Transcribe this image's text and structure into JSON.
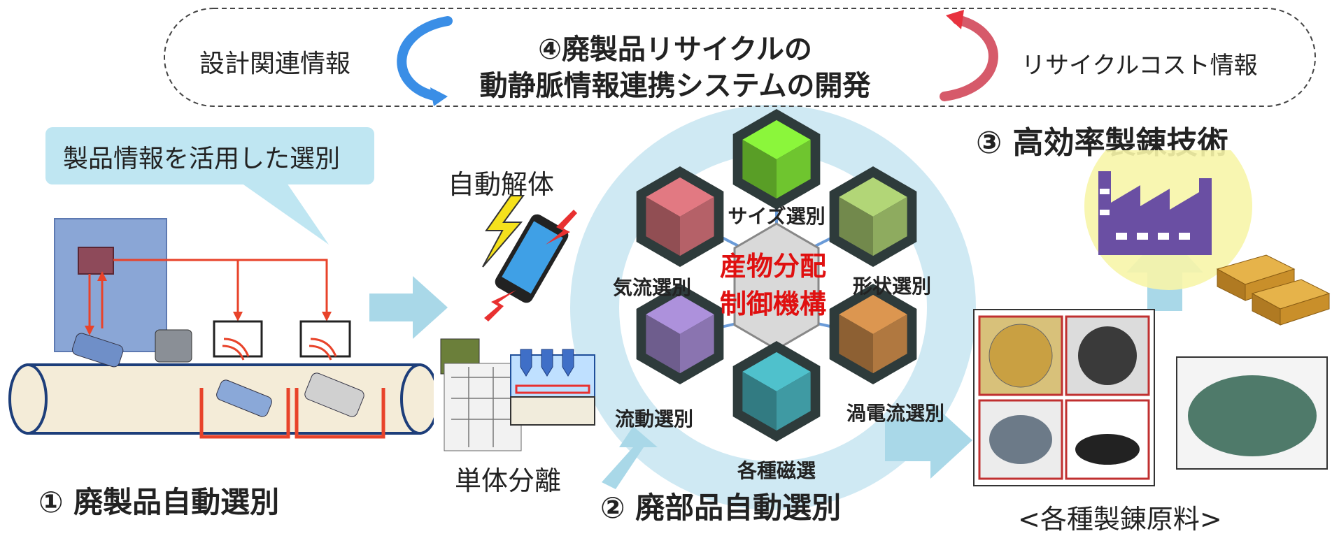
{
  "top_banner": {
    "left_label": "設計関連情報",
    "title_line1": "④廃製品リサイクルの",
    "title_line2": "動静脈情報連携システムの開発",
    "right_label": "リサイクルコスト情報"
  },
  "section1": {
    "callout": "製品情報を活用した選別",
    "title": "① 廃製品自動選別"
  },
  "section2": {
    "dismantle_label": "自動解体",
    "separation_label": "単体分離",
    "title": "② 廃部品自動選別",
    "center_line1": "産物分配",
    "center_line2": "制御機構",
    "hexagons": [
      {
        "label": "サイズ選別",
        "color": "#6fc52f"
      },
      {
        "label": "形状選別",
        "color": "#8eab5f"
      },
      {
        "label": "渦電流選別",
        "color": "#b07840"
      },
      {
        "label": "各種磁選",
        "color": "#3f9aa3"
      },
      {
        "label": "流動選別",
        "color": "#8a74b0"
      },
      {
        "label": "気流選別",
        "color": "#b56168"
      }
    ]
  },
  "section3": {
    "title": "③ 高効率製錬技術",
    "materials_label": "<各種製錬原料>"
  },
  "colors": {
    "flow_arrow": "#a9d8e8",
    "callout_bg": "#bfe6f2",
    "conveyor_red": "#e8432a",
    "center_text": "#e01010",
    "hex_border": "#2e3b3b"
  }
}
